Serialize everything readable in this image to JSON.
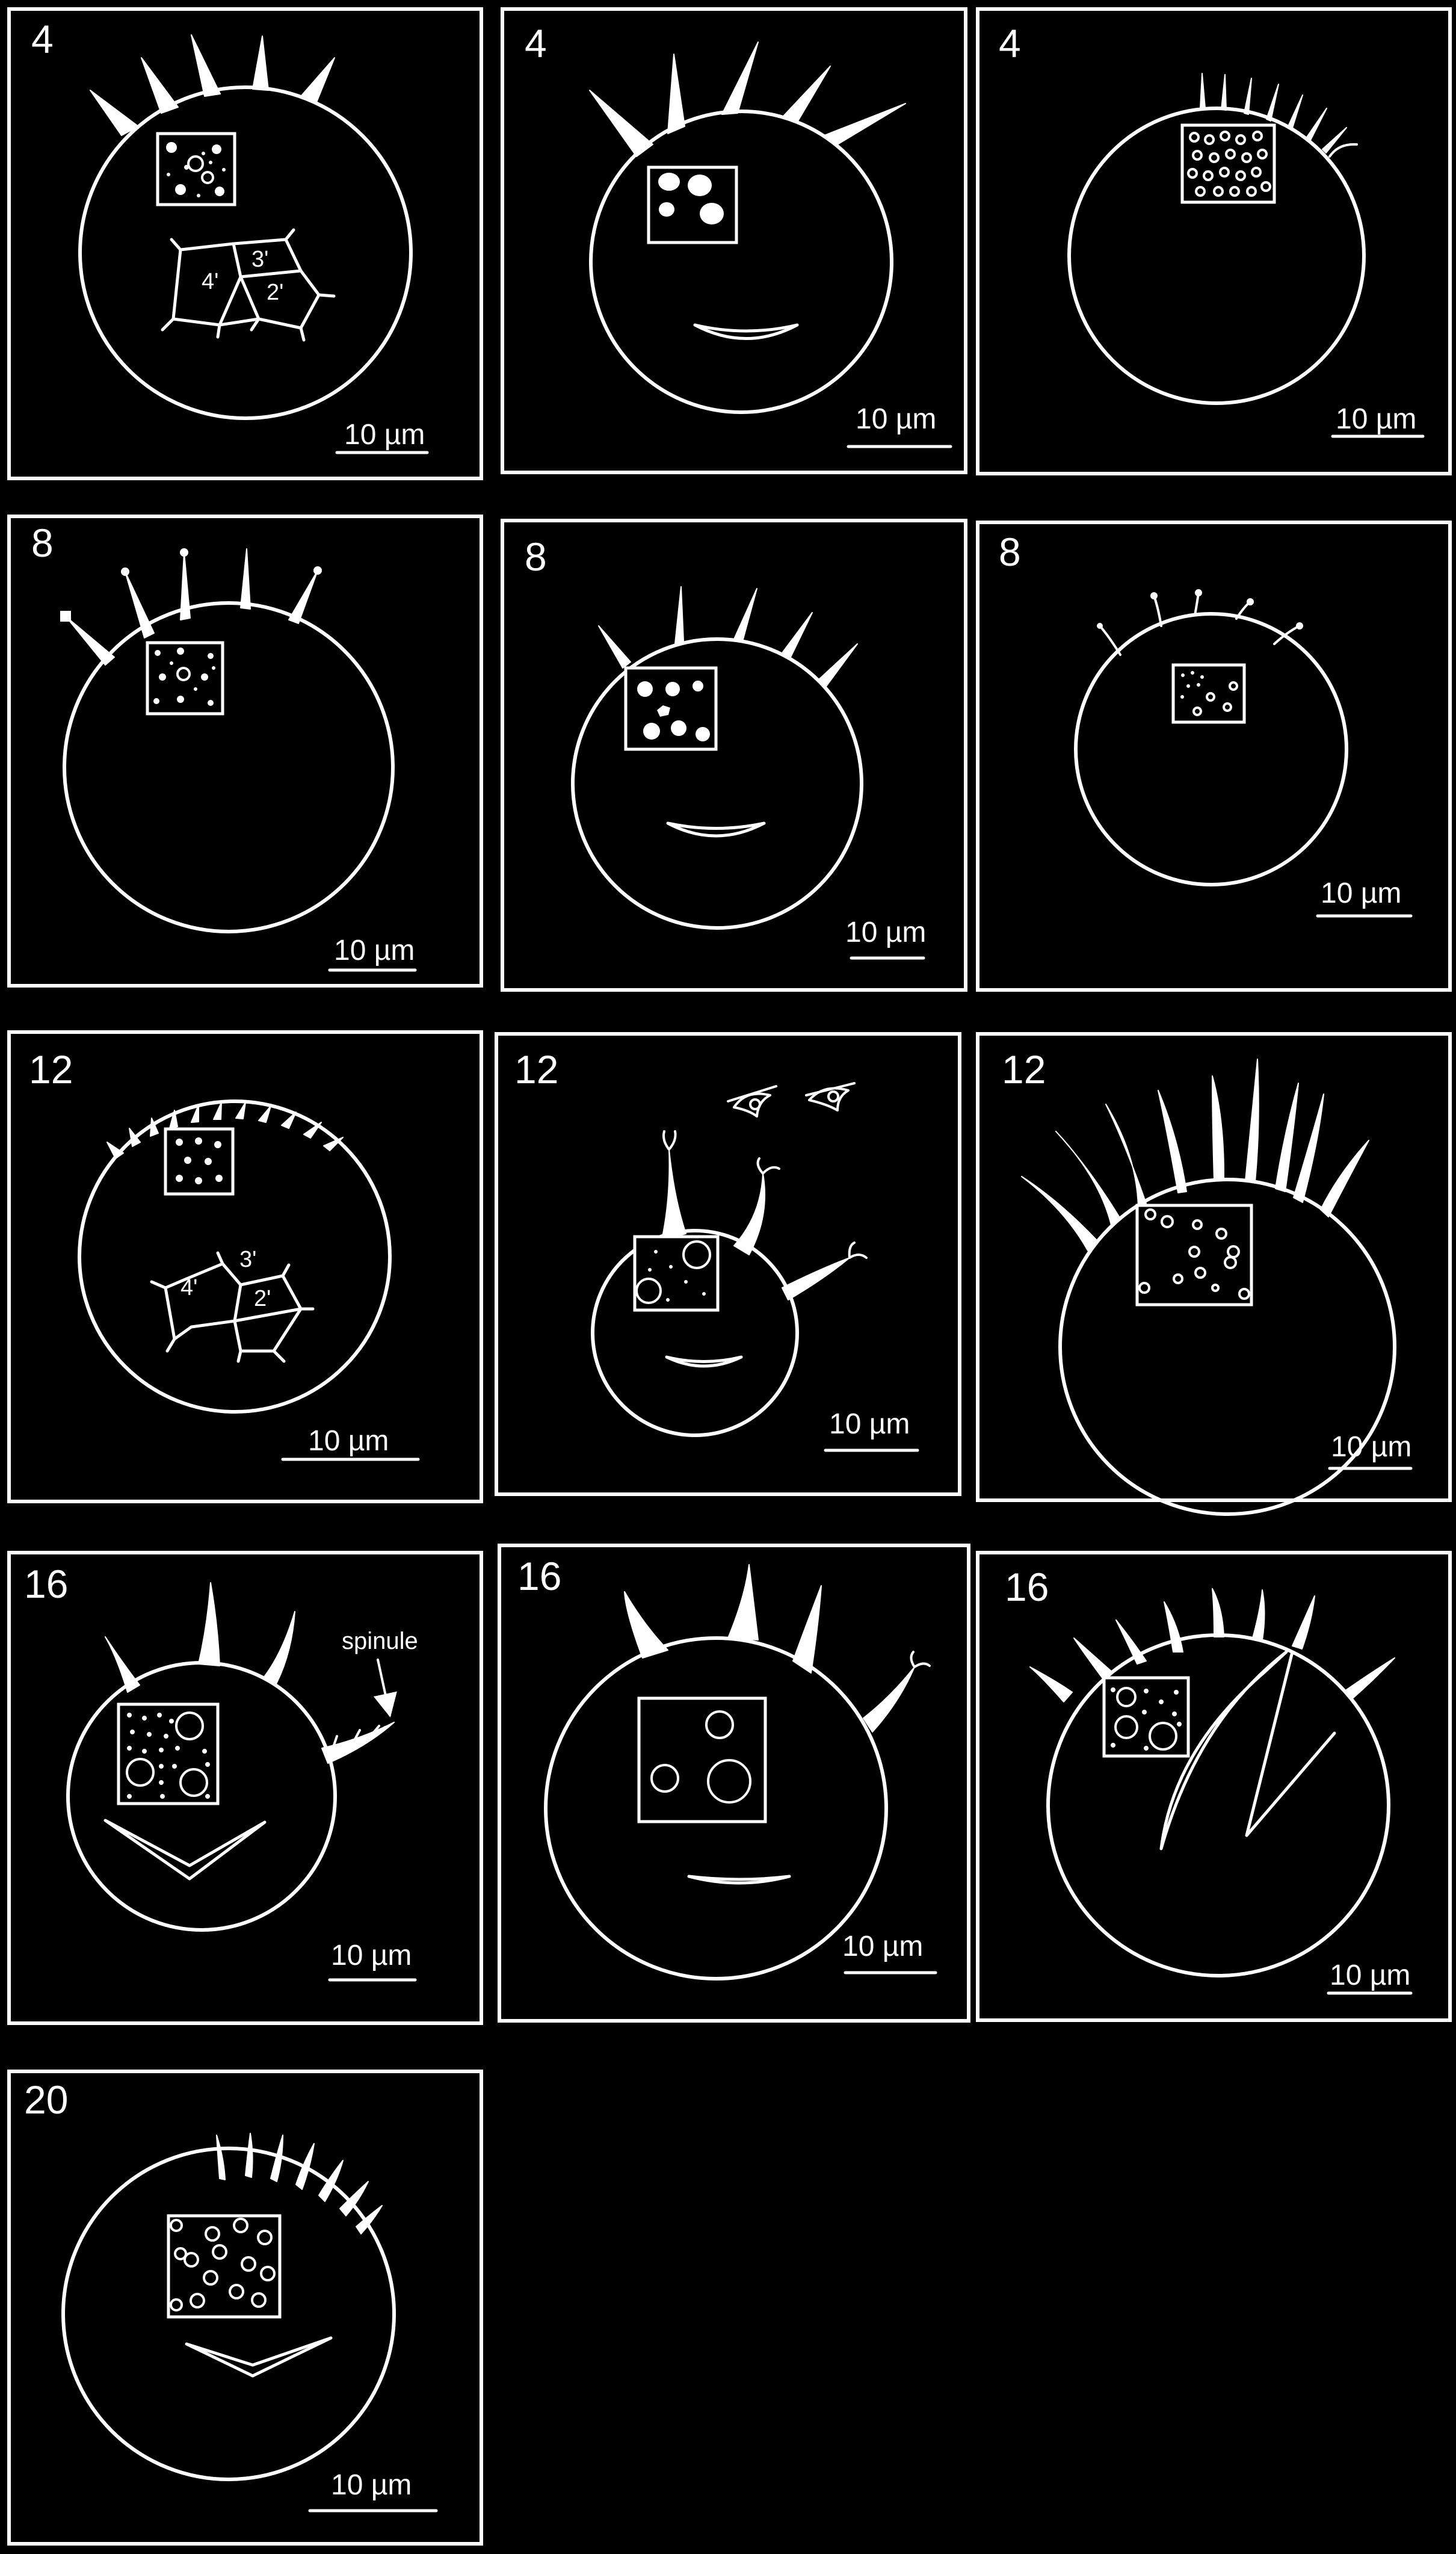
{
  "scale_label": "10 µm",
  "panels": [
    {
      "number": "4",
      "plates": [
        "3'",
        "4'",
        "2'"
      ]
    },
    {
      "number": "4"
    },
    {
      "number": "4"
    },
    {
      "number": "8"
    },
    {
      "number": "8"
    },
    {
      "number": "8"
    },
    {
      "number": "12",
      "plates": [
        "3'",
        "4'",
        "2'"
      ]
    },
    {
      "number": "12"
    },
    {
      "number": "12"
    },
    {
      "number": "16",
      "annotation": "spinule"
    },
    {
      "number": "16"
    },
    {
      "number": "16"
    },
    {
      "number": "20"
    }
  ],
  "colors": {
    "background": "#000000",
    "line": "#ffffff"
  }
}
